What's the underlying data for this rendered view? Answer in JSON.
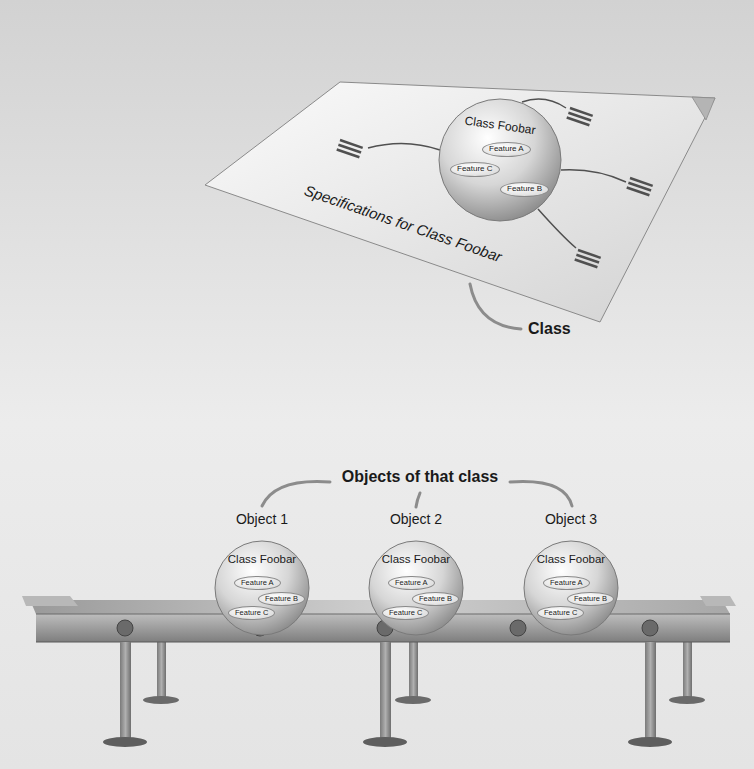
{
  "diagram": {
    "nodes": [
      {
        "text": [
          "Specifications for Class Foobar"
        ]
      },
      {
        "text": [
          "Class Foobar"
        ],
        "in": 0
      },
      {
        "text": [
          "Feature A"
        ],
        "in": 1
      },
      {
        "text": [
          "Feature B"
        ],
        "in": 1
      },
      {
        "text": [
          "Feature C"
        ],
        "in": 1
      },
      {
        "text": [
          "Object 1",
          "Class Foobar"
        ]
      },
      {
        "text": [
          "Feature A"
        ],
        "in": 5
      },
      {
        "text": [
          "Feature B"
        ],
        "in": 5
      },
      {
        "text": [
          "Feature C"
        ],
        "in": 5
      },
      {
        "text": [
          "Object 2",
          "Class Foobar"
        ]
      },
      {
        "text": [
          "Feature A"
        ],
        "in": 9
      },
      {
        "text": [
          "Feature B"
        ],
        "in": 9
      },
      {
        "text": [
          "Feature C"
        ],
        "in": 9
      },
      {
        "text": [
          "Object 3",
          "Class Foobar"
        ]
      },
      {
        "text": [
          "Feature A"
        ],
        "in": 13
      },
      {
        "text": [
          "Feature B"
        ],
        "in": 13
      },
      {
        "text": [
          "Feature C"
        ],
        "in": 13
      }
    ],
    "labels": [
      "Class",
      "Objects of that class"
    ]
  }
}
